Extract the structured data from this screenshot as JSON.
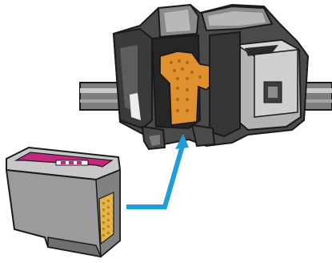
{
  "colors": {
    "background": "#ffffff",
    "outline": "#1a1a1a",
    "carriage_dark": "#3a3a3a",
    "carriage_mid": "#6d6d6d",
    "carriage_light": "#b5b5b5",
    "contacts": "#e0912f",
    "cartridge_body": "#9b9b9b",
    "cartridge_top": "#c8c8c8",
    "cartridge_accent": "#c2287e",
    "cartridge_contacts": "#e2b449",
    "arrow": "#1f9fd8"
  },
  "icons": {
    "print_carriage": "print-carriage-illustration",
    "ink_cartridge": "ink-cartridge-illustration",
    "insert_arrow": "insert-arrow"
  }
}
